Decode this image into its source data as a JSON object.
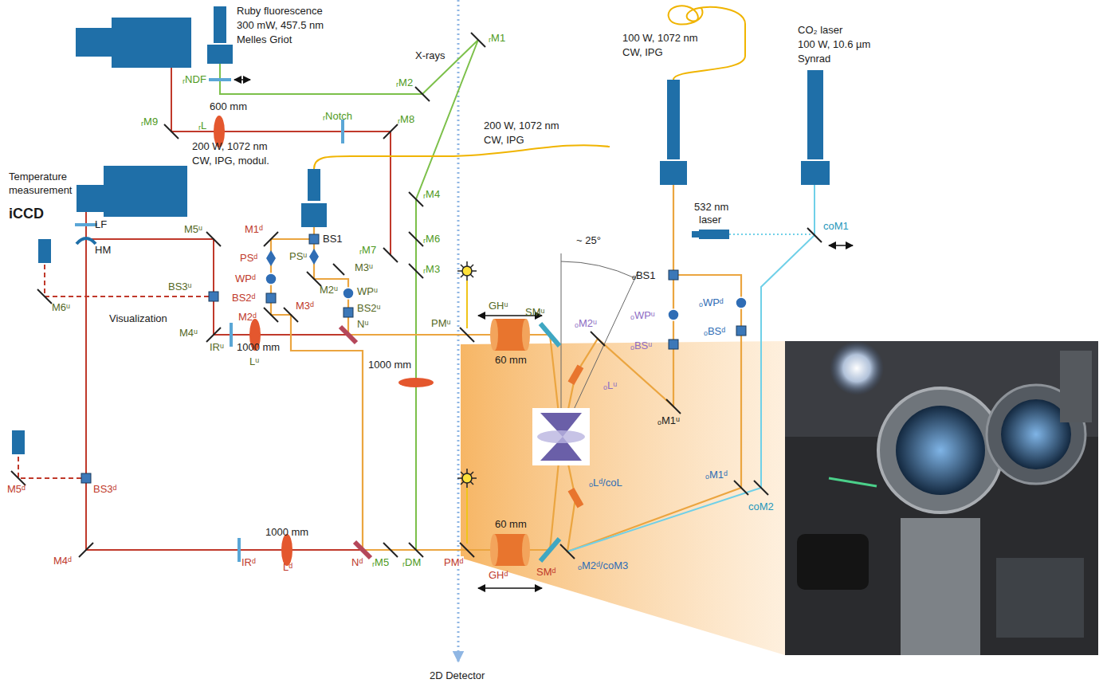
{
  "diagram": {
    "labels": [
      "Ruby fluorescence",
      "300 mW, 457.5 nm",
      "Melles Griot",
      "X-rays",
      "100 W, 1072 nm",
      "CW, IPG",
      "CO₂ laser",
      "100 W, 10.6 µm",
      "Synrad",
      "ᵣM1",
      "ᵣNDF",
      "ᵣM2",
      "600 mm",
      "ᵣL",
      "ᵣM9",
      "ᵣNotch",
      "ᵣM8",
      "200 W, 1072 nm",
      "CW, IPG, modul.",
      "200 W, 1072 nm",
      "CW, IPG",
      "Temperature",
      "measurement",
      "iCCD",
      "LF",
      "HM",
      "M5ᵘ",
      "M1ᵈ",
      "BS1",
      "PSᵘ",
      "ᵣM7",
      "ᵣM6",
      "ᵣM4",
      "M3ᵘ",
      "ᵣM3",
      "PSᵈ",
      "M2ᵘ",
      "WPᵘ",
      "WPᵈ",
      "BS3ᵘ",
      "BS2ᵈ",
      "M3ᵈ",
      "BS2ᵘ",
      "M6ᵘ",
      "Visualization",
      "M2ᵈ",
      "Nᵘ",
      "M4ᵘ",
      "IRᵘ",
      "1000 mm",
      "Lᵘ",
      "PMᵘ",
      "1000 mm",
      "GHᵘ",
      "60 mm",
      "SMᵘ",
      "~ 25°",
      "ₒM2ᵘ",
      "ₒLᵘ",
      "ₒBS1",
      "ₒWPᵘ",
      "ₒBSᵘ",
      "ₒWPᵈ",
      "ₒBSᵈ",
      "ₒM1ᵘ",
      "532 nm",
      "laser",
      "coM1",
      "ₒM1ᵈ",
      "coM2",
      "ₒLᵈ/coL",
      "ₒM2ᵈ/coM3",
      "M5ᵈ",
      "BS3ᵈ",
      "M4ᵈ",
      "1000 mm",
      "IRᵈ",
      "Lᵈ",
      "Nᵈ",
      "ᵣM5",
      "ᵣDM",
      "PMᵈ",
      "60 mm",
      "GHᵈ",
      "SMᵈ",
      "2D Detector"
    ]
  }
}
